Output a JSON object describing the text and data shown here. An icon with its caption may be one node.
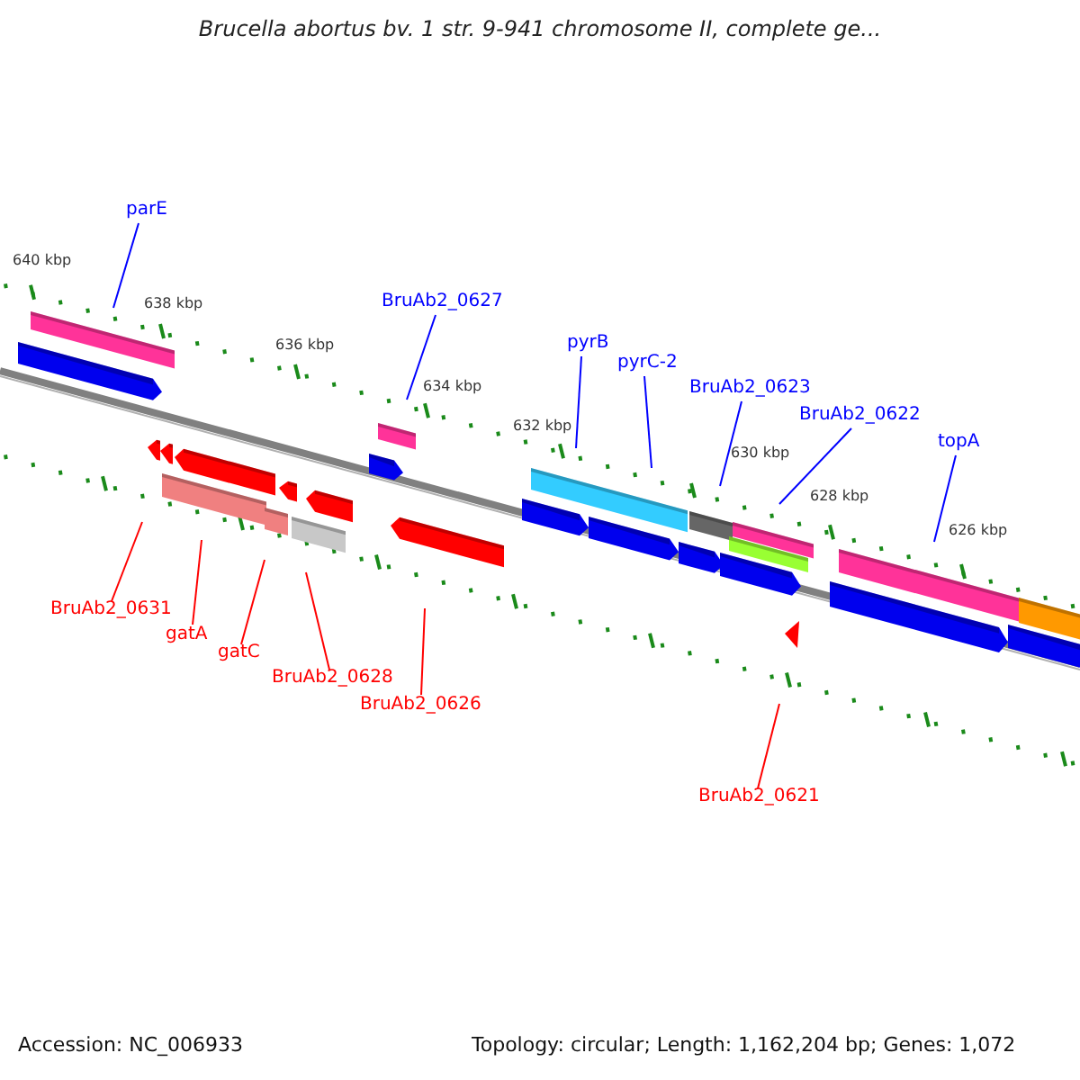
{
  "diagram": {
    "title": "Brucella abortus bv. 1 str. 9-941 chromosome II, complete ge...",
    "nodes": [
      {
        "text": [
          "parE"
        ]
      },
      {
        "text": [
          "BruAb2_0627"
        ]
      },
      {
        "text": [
          "pyrB"
        ]
      },
      {
        "text": [
          "pyrC-2"
        ]
      },
      {
        "text": [
          "BruAb2_0623"
        ]
      },
      {
        "text": [
          "BruAb2_0622"
        ]
      },
      {
        "text": [
          "topA"
        ]
      },
      {
        "text": [
          "BruAb2_0631"
        ]
      },
      {
        "text": [
          "gatA"
        ]
      },
      {
        "text": [
          "gatC"
        ]
      },
      {
        "text": [
          "BruAb2_0628"
        ]
      },
      {
        "text": [
          "BruAb2_0626"
        ]
      },
      {
        "text": [
          "BruAb2_0621"
        ]
      }
    ],
    "edges": [
      {
        "from": 0,
        "to": null,
        "arrow": "none"
      },
      {
        "from": 1,
        "to": null,
        "arrow": "none"
      },
      {
        "from": 2,
        "to": null,
        "arrow": "none"
      },
      {
        "from": 3,
        "to": null,
        "arrow": "none"
      },
      {
        "from": 4,
        "to": null,
        "arrow": "none"
      },
      {
        "from": 5,
        "to": null,
        "arrow": "none"
      },
      {
        "from": 6,
        "to": null,
        "arrow": "none"
      },
      {
        "from": 7,
        "to": null,
        "arrow": "none",
        "color": "#ff0000"
      },
      {
        "from": 8,
        "to": null,
        "arrow": "none",
        "color": "#ff0000"
      },
      {
        "from": 9,
        "to": null,
        "arrow": "none",
        "color": "#ff0000"
      },
      {
        "from": 10,
        "to": null,
        "arrow": "none",
        "color": "#ff0000"
      },
      {
        "from": 11,
        "to": null,
        "arrow": "none",
        "color": "#ff0000"
      },
      {
        "from": 12,
        "to": null,
        "arrow": "none",
        "color": "#ff0000"
      }
    ],
    "labels": [
      "640 kbp",
      "638 kbp",
      "636 kbp",
      "634 kbp",
      "632 kbp",
      "630 kbp",
      "628 kbp",
      "626 kbp",
      "Accession: NC_006933",
      "Topology: circular; Length: 1,162,204 bp; Genes: 1,072"
    ]
  }
}
